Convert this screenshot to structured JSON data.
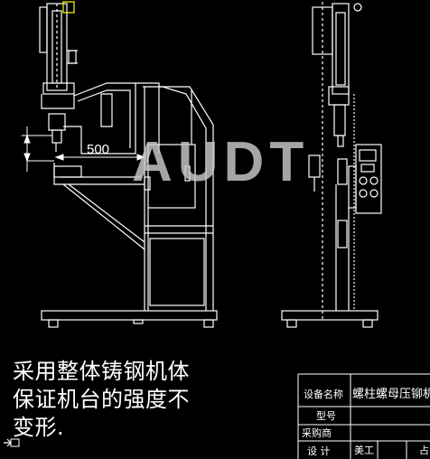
{
  "drawing": {
    "dimension_label": "500",
    "watermark": "AUDT"
  },
  "note_lines": [
    "采用整体铸钢机体",
    "保证机台的强度不",
    "变形."
  ],
  "title_block": {
    "row1_label": "设备名称",
    "row1_value": "螺柱螺母压铆机",
    "row2_label": "型号",
    "row3_label": "采购商",
    "row4_label": "设 计",
    "row4_value": "美工",
    "row4_extra": "占"
  },
  "colors": {
    "background": "#000000",
    "line": "#ffffff",
    "accent": "#ffff00",
    "watermark": "#c9c9c9"
  }
}
